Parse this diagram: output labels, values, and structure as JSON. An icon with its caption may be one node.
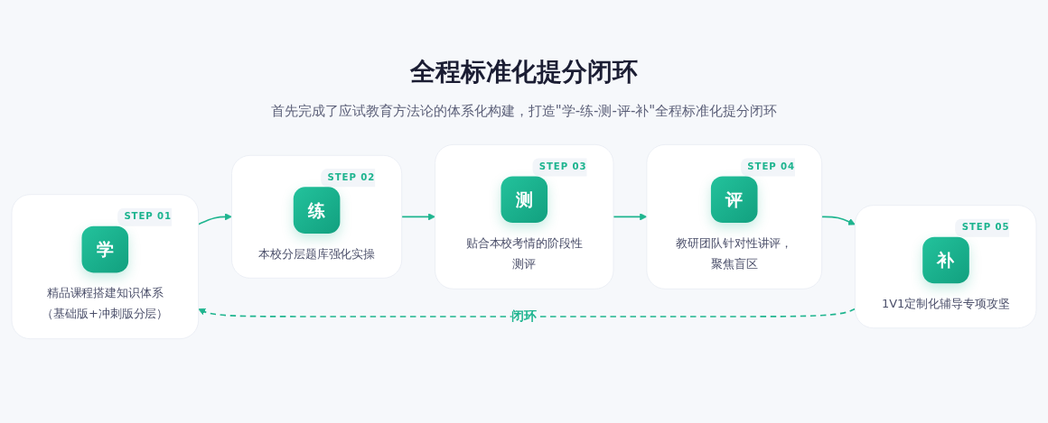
{
  "diagram": {
    "title": "全程标准化提分闭环",
    "nodes": [
      {
        "text": [
          "STEP 01",
          "学",
          "精品课程搭建知识体系（基础版+冲刺版分层）"
        ]
      },
      {
        "text": [
          "STEP 02",
          "练",
          "本校分层题库强化实操"
        ]
      },
      {
        "text": [
          "STEP 03",
          "测",
          "贴合本校考情的阶段性测评"
        ]
      },
      {
        "text": [
          "STEP 04",
          "评",
          "教研团队针对性讲评，聚焦盲区"
        ]
      },
      {
        "text": [
          "STEP 05",
          "补",
          "1V1定制化辅导专项攻坚"
        ]
      }
    ],
    "edges": [
      {
        "from": 0,
        "to": 1,
        "arrow": "to"
      },
      {
        "from": 1,
        "to": 2,
        "arrow": "to"
      },
      {
        "from": 2,
        "to": 3,
        "arrow": "to"
      },
      {
        "from": 3,
        "to": 4,
        "arrow": "to"
      },
      {
        "from": 4,
        "to": 0,
        "arrow": "to",
        "label": "闭环",
        "style": "dashed"
      }
    ],
    "labels": [
      "首先完成了应试教育方法论的体系化构建，打造\"学-练-测-评-补\"全程标准化提分闭环"
    ]
  }
}
